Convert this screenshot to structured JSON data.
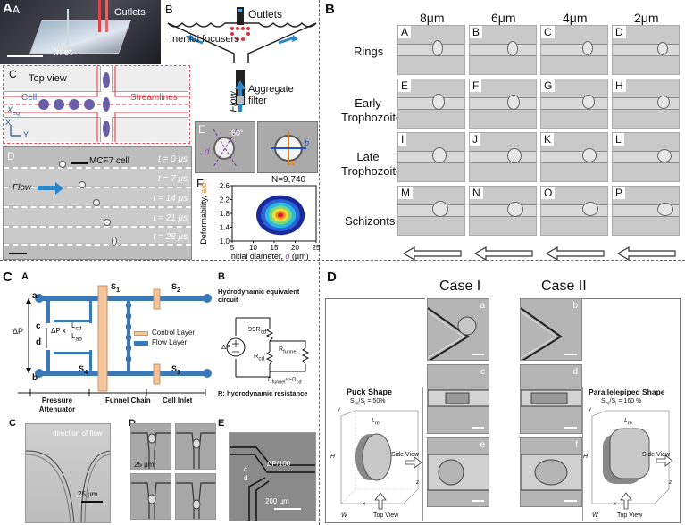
{
  "panelA": {
    "letter": "A",
    "photo": {
      "tag": "A",
      "outlets": "Outlets",
      "inlet": "Inlet"
    },
    "diagramB": {
      "tag": "B",
      "outlets": "Outlets",
      "focusers": "Inertial focusers",
      "filter": "Aggregate filter",
      "flow": "Flow"
    },
    "diagramC": {
      "tag": "C",
      "title": "Top view",
      "cell": "Cell",
      "streamlines": "Streamlines",
      "xeq": "X",
      "xeq_sub": "eq",
      "x": "X",
      "y": "Y"
    },
    "timelapse": {
      "tag": "D",
      "mcf": "MCF7 cell",
      "flow": "Flow",
      "times": [
        "t = 0 μs",
        "t = 7 μs",
        "t = 14 μs",
        "t = 21 μs",
        "t = 28 μs"
      ]
    },
    "panelE": {
      "tag": "E",
      "angle": "60°",
      "a": "a",
      "b": "b",
      "d": "d"
    },
    "panelF": {
      "tag": "F",
      "n": "N=9,740",
      "ylabel_pre": "Deformability, ",
      "ylabel_var": "a/b",
      "xlabel_pre": "Initial diameter, ",
      "xlabel_var": "d",
      "xlabel_unit": " (μm)"
    }
  },
  "panelB": {
    "letter": "B",
    "columns": [
      "8μm",
      "6μm",
      "4μm",
      "2μm"
    ],
    "rows": [
      "Rings",
      "Early Trophozoites",
      "Late Trophozoites",
      "Schizonts"
    ],
    "cell_letters": [
      "A",
      "B",
      "C",
      "D",
      "E",
      "F",
      "G",
      "H",
      "I",
      "J",
      "K",
      "L",
      "M",
      "N",
      "O",
      "P"
    ]
  },
  "panelC": {
    "letter": "C",
    "schematic": {
      "tag": "A",
      "labels": {
        "a": "a",
        "b": "b",
        "c": "c",
        "d": "d",
        "dP": "ΔP",
        "dPx": "ΔP x",
        "lcd": "L",
        "lcd_sub": "cd",
        "lab": "L",
        "lab_sub": "ab",
        "s1": "S",
        "s1_sub": "1",
        "s2": "S",
        "s2_sub": "2",
        "s3": "S",
        "s3_sub": "3",
        "s4": "S",
        "s4_sub": "4"
      },
      "legend": {
        "control": "Control Layer",
        "flow": "Flow Layer"
      },
      "sections": [
        "Pressure Attenuator",
        "Funnel Chain",
        "Cell Inlet"
      ],
      "colors": {
        "control": "#f4c49a",
        "flow": "#3a78b8"
      }
    },
    "circuit": {
      "tag": "B",
      "title": "Hydrodynamic equivalent circuit",
      "r99": "99R",
      "r99_sub": "cd",
      "rcd": "R",
      "rcd_sub": "cd",
      "rfunnel": "R",
      "rfunnel_sub": "funnel",
      "rrel": "R",
      "rrel_sub1": "funnel",
      "rrel_mid": ">>R",
      "rrel_sub2": "cd",
      "dp": "ΔP",
      "caption": "R: hydrodynamic resistance"
    },
    "microC": {
      "tag": "C",
      "direction": "direction of flow",
      "scale": "25 μm"
    },
    "microD": {
      "tag": "D",
      "scale": "25 μm"
    },
    "microE": {
      "tag": "E",
      "c": "c",
      "d": "d",
      "dp": "ΔP/100",
      "scale": "200 μm"
    }
  },
  "panelD": {
    "letter": "D",
    "case1": "Case I",
    "case2": "Case II",
    "images": [
      "a",
      "b",
      "c",
      "d",
      "e",
      "f"
    ],
    "puck": {
      "title": "Puck Shape",
      "ratio": "S",
      "ratio_sub1": "m",
      "ratio_mid": "/S",
      "ratio_sub2": "i",
      "ratio_val": " = 50%",
      "side": "Side View",
      "top": "Top View",
      "h": "H",
      "w": "W",
      "l": "L",
      "lsub": "m",
      "x": "x",
      "y": "y",
      "z": "z"
    },
    "parallel": {
      "title": "Parallelepiped Shape",
      "ratio": "S",
      "ratio_sub1": "m",
      "ratio_mid": "/S",
      "ratio_sub2": "i",
      "ratio_val": " = 160 %",
      "side": "Side View",
      "top": "Top View",
      "h": "H",
      "w": "W",
      "l": "L",
      "lsub": "m",
      "x": "x",
      "y": "y",
      "z": "z"
    }
  },
  "chart_data": {
    "type": "scatter",
    "title": "",
    "n_label": "N=9,740",
    "xlabel": "Initial diameter, d (μm)",
    "ylabel": "Deformability, a/b",
    "xlim": [
      5,
      25
    ],
    "ylim": [
      1.0,
      2.6
    ],
    "xticks": [
      5,
      10,
      15,
      20,
      25
    ],
    "yticks": [
      1.0,
      1.4,
      1.8,
      2.2,
      2.6
    ],
    "density_center": {
      "x": 16.5,
      "y": 1.75
    },
    "density_spread": {
      "x": 3.2,
      "y": 0.32
    }
  }
}
